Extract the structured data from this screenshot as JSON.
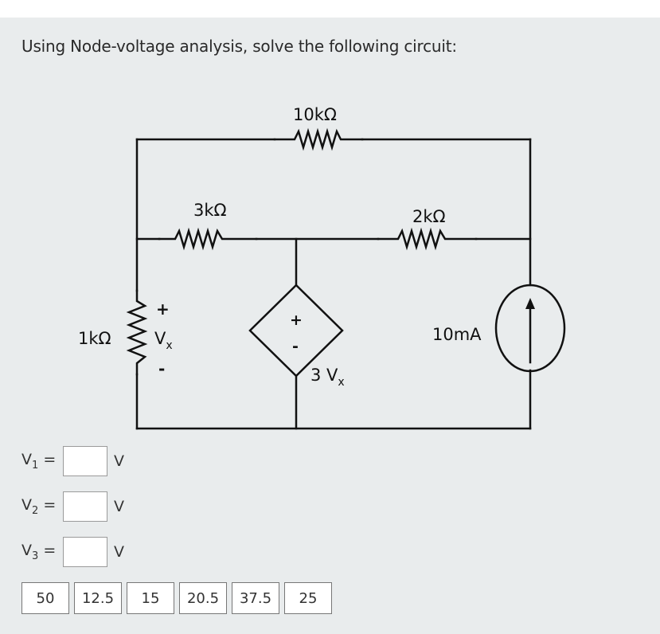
{
  "question": "Using Node-voltage analysis, solve the following circuit:",
  "circuit": {
    "r_top": "10kΩ",
    "r_mid_left": "3kΩ",
    "r_mid_right": "2kΩ",
    "r_left": "1kΩ",
    "vx_plus": "+",
    "vx_label": "V",
    "vx_sub": "x",
    "vx_minus": "-",
    "dep_plus": "+",
    "dep_minus": "-",
    "dep_label": "3 V",
    "dep_sub": "x",
    "current_source": "10mA"
  },
  "answers": [
    {
      "var": "V",
      "sub": "1",
      "eq": "=",
      "unit": "V"
    },
    {
      "var": "V",
      "sub": "2",
      "eq": "=",
      "unit": "V"
    },
    {
      "var": "V",
      "sub": "3",
      "eq": "=",
      "unit": "V"
    }
  ],
  "options": [
    "50",
    "12.5",
    "15",
    "20.5",
    "37.5",
    "25"
  ],
  "colors": {
    "panel": "#e9eced",
    "wire": "#111111"
  }
}
